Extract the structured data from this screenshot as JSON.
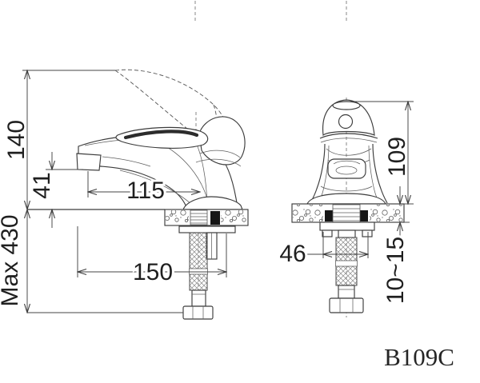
{
  "drawing": {
    "model_label": "B109C",
    "side_view": {
      "dims": {
        "total_height": "140",
        "outlet_height": "41",
        "spout_reach": "115",
        "hose_max_length": "Max 430",
        "hose_offset": "150"
      }
    },
    "front_view": {
      "dims": {
        "body_height": "109",
        "flange_width": "46",
        "deck_thickness": "10~15"
      }
    }
  }
}
